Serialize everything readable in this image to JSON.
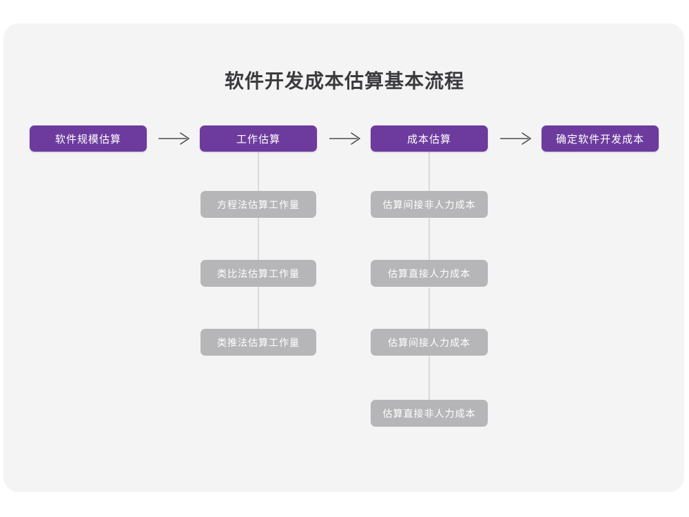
{
  "page": {
    "title": "软件开发成本估算基本流程",
    "background_color": "#ffffff",
    "card_color": "#f4f4f5"
  },
  "colors": {
    "stage_purple": "#6d3b9e",
    "substep_gray": "#b6b6b8",
    "connector_gray": "#d9d9db",
    "title_text": "#3b3b3d",
    "box_text": "#ffffff",
    "arrow": "#4a4a4c"
  },
  "chart_data": {
    "type": "diagram",
    "title": "软件开发成本估算基本流程",
    "layout": "horizontal flow with vertical sub-step branches",
    "stages": [
      {
        "label": "软件规模估算",
        "substeps": []
      },
      {
        "label": "工作估算",
        "substeps": [
          "方程法估算工作量",
          "类比法估算工作量",
          "类推法估算工作量"
        ]
      },
      {
        "label": "成本估算",
        "substeps": [
          "估算间接非人力成本",
          "估算直接人力成本",
          "估算间接人力成本",
          "估算直接非人力成本"
        ]
      },
      {
        "label": "确定软件开发成本",
        "substeps": []
      }
    ],
    "connectors": [
      "→",
      "→",
      "→"
    ]
  },
  "flow": {
    "stage1": {
      "label": "软件规模估算"
    },
    "stage2": {
      "label": "工作估算"
    },
    "stage3": {
      "label": "成本估算"
    },
    "stage4": {
      "label": "确定软件开发成本"
    },
    "arrow1": {
      "glyph": "→"
    },
    "arrow2": {
      "glyph": "→"
    },
    "arrow3": {
      "glyph": "→"
    },
    "branch2": {
      "items": [
        {
          "label": "方程法估算工作量"
        },
        {
          "label": "类比法估算工作量"
        },
        {
          "label": "类推法估算工作量"
        }
      ]
    },
    "branch3": {
      "items": [
        {
          "label": "估算间接非人力成本"
        },
        {
          "label": "估算直接人力成本"
        },
        {
          "label": "估算间接人力成本"
        },
        {
          "label": "估算直接非人力成本"
        }
      ]
    }
  }
}
